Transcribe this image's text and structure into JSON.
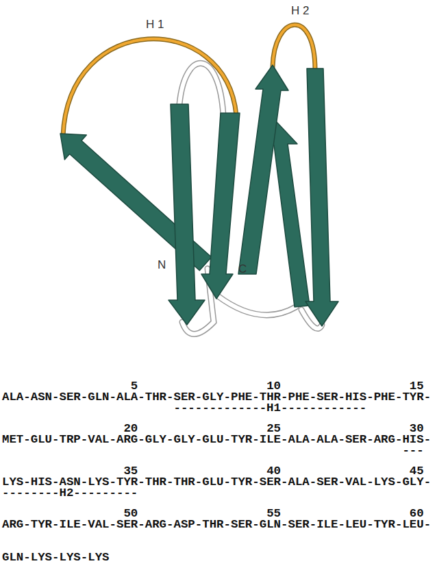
{
  "diagram": {
    "labels": [
      "H 1",
      "H 2",
      "N",
      "C",
      "5",
      "10",
      "15",
      "ALA-ASN-SER-GLN-ALA-THR-SER-GLY-PHE-THR-PHE-SER-HIS-PHE-TYR-",
      "-------------H1------------",
      "20",
      "25",
      "30",
      "MET-GLU-TRP-VAL-ARG-GLY-GLY-GLU-TYR-ILE-ALA-ALA-SER-ARG-HIS-",
      "---",
      "35",
      "40",
      "45",
      "LYS-HIS-ASN-LYS-TYR-THR-THR-GLU-TYR-SER-ALA-SER-VAL-LYS-GLY-",
      "--------H2---------",
      "50",
      "55",
      "60",
      "ARG-TYR-ILE-VAL-SER-ARG-ASP-THR-SER-GLN-SER-ILE-LEU-TYR-LEU-",
      "GLN-LYS-LYS-LYS"
    ]
  }
}
